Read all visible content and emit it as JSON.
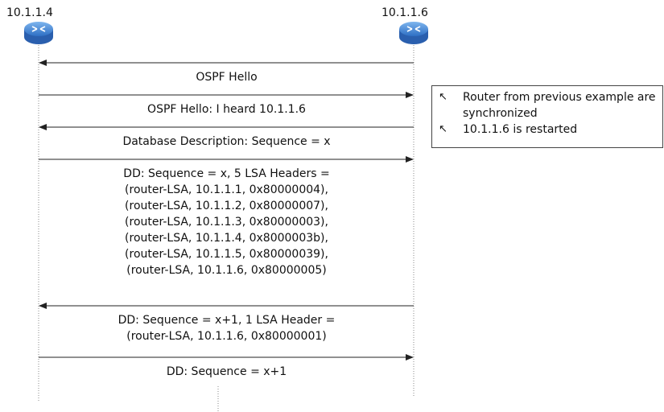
{
  "routers": [
    {
      "id": "left",
      "label": "10.1.1.4"
    },
    {
      "id": "right",
      "label": "10.1.1.6"
    }
  ],
  "messages": [
    {
      "direction": "right-to-left",
      "lines": [
        "OSPF Hello"
      ]
    },
    {
      "direction": "left-to-right",
      "lines": [
        "OSPF Hello: I heard 10.1.1.6"
      ]
    },
    {
      "direction": "right-to-left",
      "lines": [
        "Database Description: Sequence = x"
      ]
    },
    {
      "direction": "left-to-right",
      "lines": [
        "DD: Sequence = x, 5 LSA Headers =",
        "(router-LSA, 10.1.1.1, 0x80000004),",
        "(router-LSA, 10.1.1.2, 0x80000007),",
        "(router-LSA, 10.1.1.3, 0x80000003),",
        "(router-LSA, 10.1.1.4, 0x8000003b),",
        "(router-LSA, 10.1.1.5, 0x80000039),",
        "(router-LSA, 10.1.1.6, 0x80000005)"
      ]
    },
    {
      "direction": "right-to-left",
      "lines": [
        "DD: Sequence = x+1, 1 LSA Header =",
        "(router-LSA, 10.1.1.6, 0x80000001)"
      ]
    },
    {
      "direction": "left-to-right",
      "lines": [
        "DD: Sequence = x+1"
      ]
    }
  ],
  "legend": {
    "items": [
      {
        "marker": "corner-arrow-icon",
        "text": "Router from previous example are synchronized"
      },
      {
        "marker": "corner-arrow-icon",
        "text": "10.1.1.6 is restarted"
      }
    ]
  },
  "colors": {
    "router_body": "#3a86d8",
    "router_top": "#8cc3f5",
    "line": "#222222",
    "lifeline": "#888888"
  }
}
